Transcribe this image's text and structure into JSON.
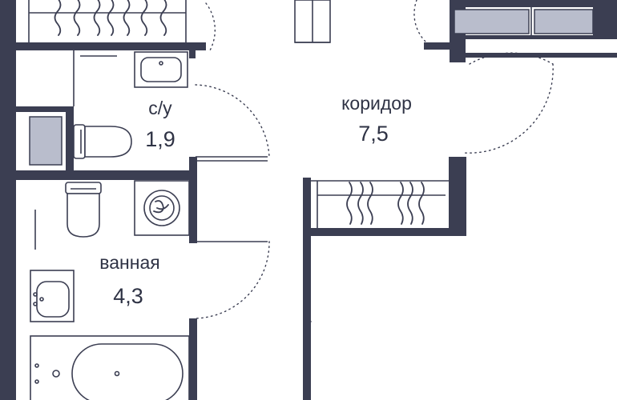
{
  "plan": {
    "rooms": [
      {
        "id": "wc",
        "name": "с/у",
        "area": "1,9"
      },
      {
        "id": "corridor",
        "name": "коридор",
        "area": "7,5"
      },
      {
        "id": "bathroom",
        "name": "ванная",
        "area": "4,3"
      }
    ],
    "colors": {
      "wall": "#3b3e52",
      "glass": "#b9bdcc",
      "background": "#ffffff"
    }
  }
}
